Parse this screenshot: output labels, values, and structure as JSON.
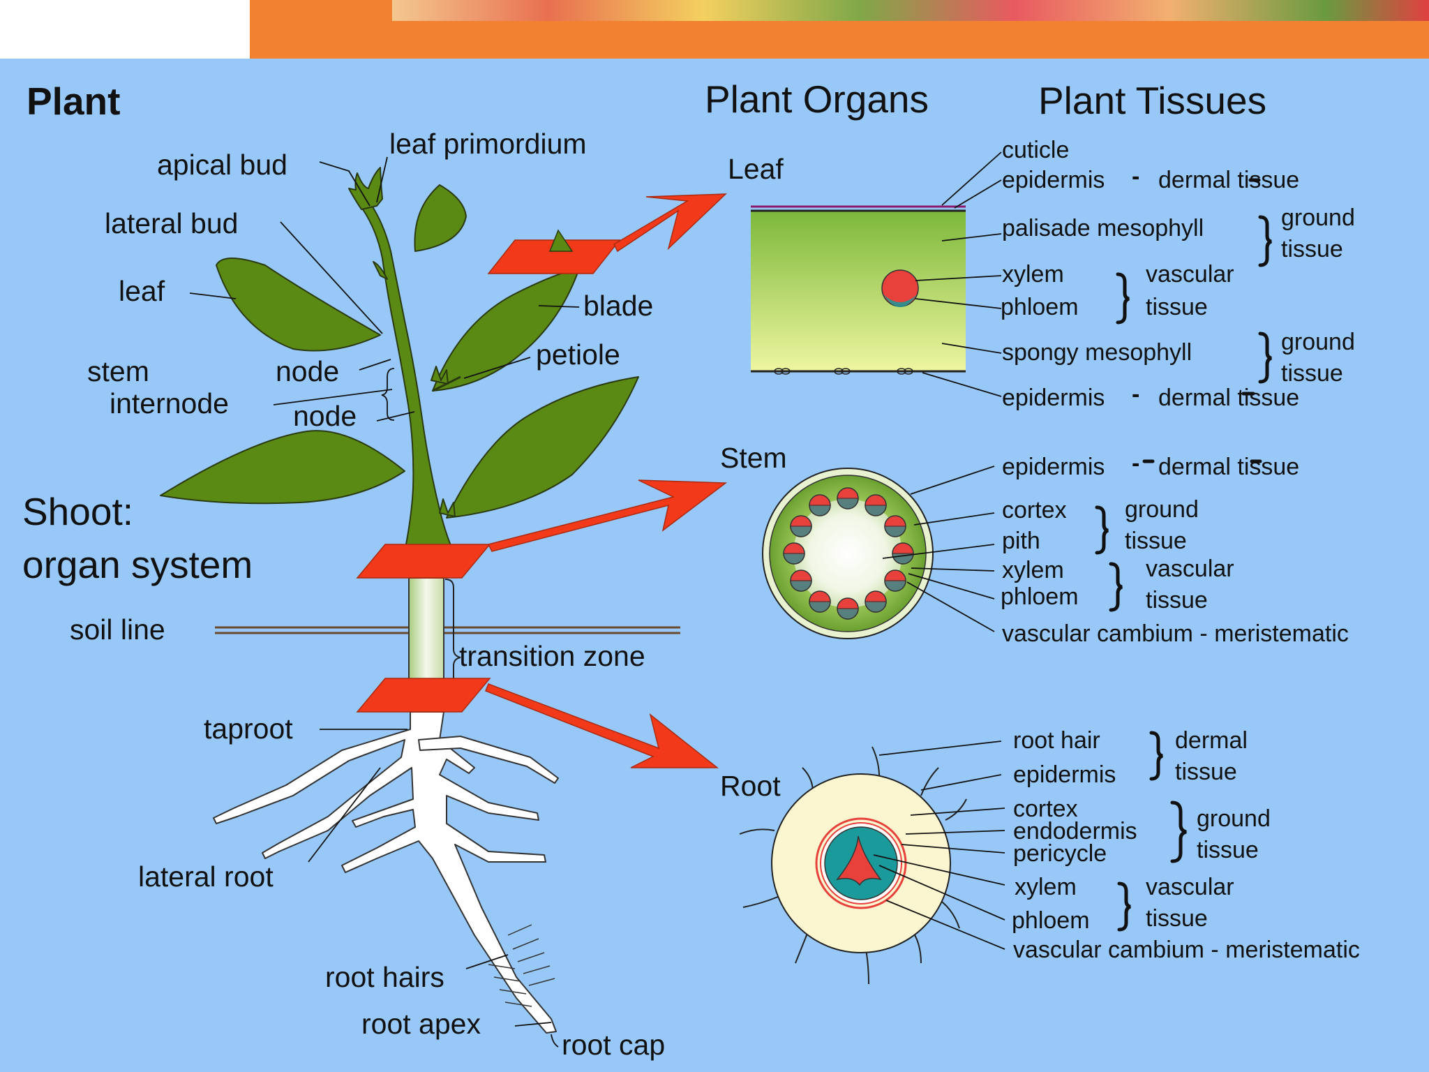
{
  "titles": {
    "plant": "Plant",
    "plant_organs": "Plant Organs",
    "plant_tissues": "Plant Tissues",
    "shoot_line1": "Shoot:",
    "shoot_line2": "organ system"
  },
  "plant_labels": {
    "apical_bud": "apical bud",
    "leaf_primordium": "leaf primordium",
    "lateral_bud": "lateral bud",
    "leaf": "leaf",
    "blade": "blade",
    "petiole": "petiole",
    "stem": "stem",
    "node_upper": "node",
    "internode": "internode",
    "node_lower": "node",
    "soil_line": "soil line",
    "transition_zone": "transition zone",
    "taproot": "taproot",
    "lateral_root": "lateral root",
    "root_hairs": "root hairs",
    "root_apex": "root apex",
    "root_cap": "root cap"
  },
  "organs": {
    "leaf": "Leaf",
    "stem": "Stem",
    "root": "Root"
  },
  "leaf_tissues": {
    "cuticle": "cuticle",
    "epidermis_top": "epidermis",
    "dermal_top": "dermal tissue",
    "palisade": "palisade mesophyll",
    "ground1_a": "ground",
    "ground1_b": "tissue",
    "xylem": "xylem",
    "phloem": "phloem",
    "vascular_a": "vascular",
    "vascular_b": "tissue",
    "spongy": "spongy mesophyll",
    "ground2_a": "ground",
    "ground2_b": "tissue",
    "epidermis_bottom": "epidermis",
    "dermal_bottom": "dermal tissue"
  },
  "stem_tissues": {
    "epidermis": "epidermis",
    "dermal": "dermal tissue",
    "cortex": "cortex",
    "pith": "pith",
    "ground_a": "ground",
    "ground_b": "tissue",
    "xylem": "xylem",
    "phloem": "phloem",
    "vascular_a": "vascular",
    "vascular_b": "tissue",
    "cambium": "vascular cambium - meristematic"
  },
  "root_tissues": {
    "root_hair": "root hair",
    "epidermis": "epidermis",
    "dermal_a": "dermal",
    "dermal_b": "tissue",
    "cortex": "cortex",
    "endodermis": "endodermis",
    "pericycle": "pericycle",
    "ground_a": "ground",
    "ground_b": "tissue",
    "xylem": "xylem",
    "phloem": "phloem",
    "vascular_a": "vascular",
    "vascular_b": "tissue",
    "cambium": "vascular cambium - meristematic"
  },
  "colors": {
    "background": "#98c8f8",
    "header_orange": "#f28232",
    "leaf_green": "#5a8a14",
    "section_red": "#f23a1a",
    "xylem_red": "#e8403a",
    "phloem_teal": "#1a9a9a",
    "root_white": "#ffffff",
    "root_cortex": "#fbf6d0"
  }
}
